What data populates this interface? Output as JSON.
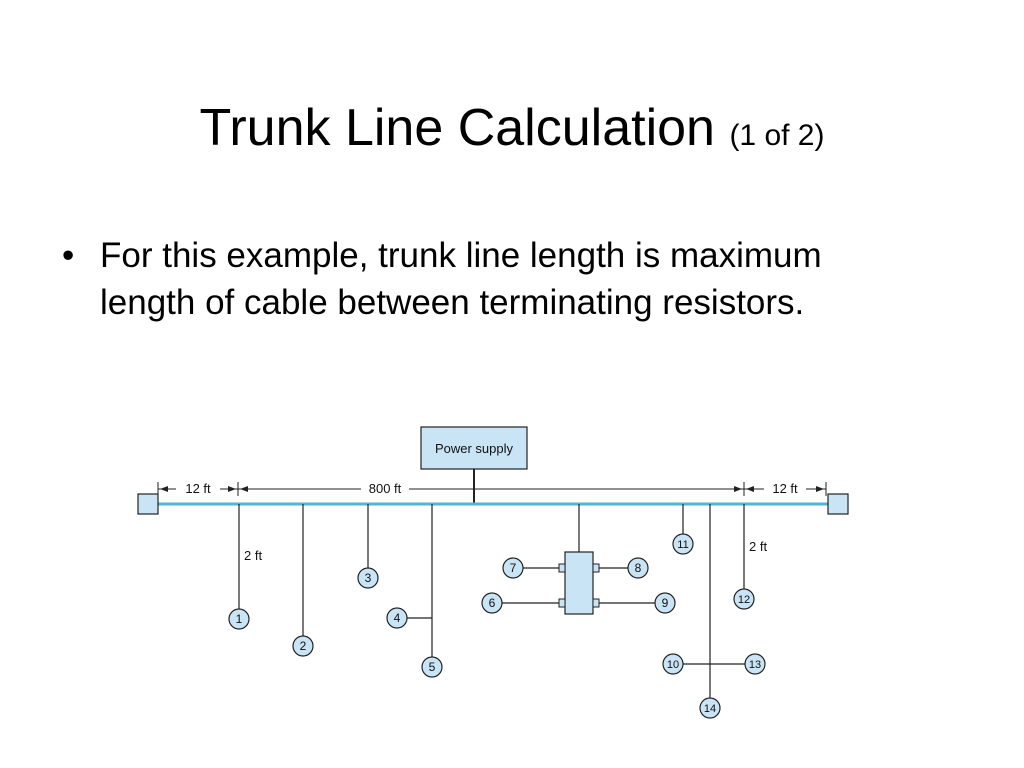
{
  "slide": {
    "title_main": "Trunk Line Calculation",
    "title_sub": "(1 of 2)",
    "bullet_symbol": "•",
    "bullet_text": "For this example, trunk line length is maximum length of cable between terminating resistors."
  },
  "diagram": {
    "power_supply_label": "Power supply",
    "dimension_left": "12 ft",
    "dimension_center": "800 ft",
    "dimension_right": "12 ft",
    "drop_length_left": "2 ft",
    "drop_length_right": "2 ft",
    "nodes": [
      "1",
      "2",
      "3",
      "4",
      "5",
      "6",
      "7",
      "8",
      "9",
      "10",
      "11",
      "12",
      "13",
      "14"
    ],
    "colors": {
      "trunk": "#4fb7d6",
      "node_fill": "#c9e4f5",
      "terminator_fill": "#c9e4f5",
      "line": "#222222"
    }
  }
}
